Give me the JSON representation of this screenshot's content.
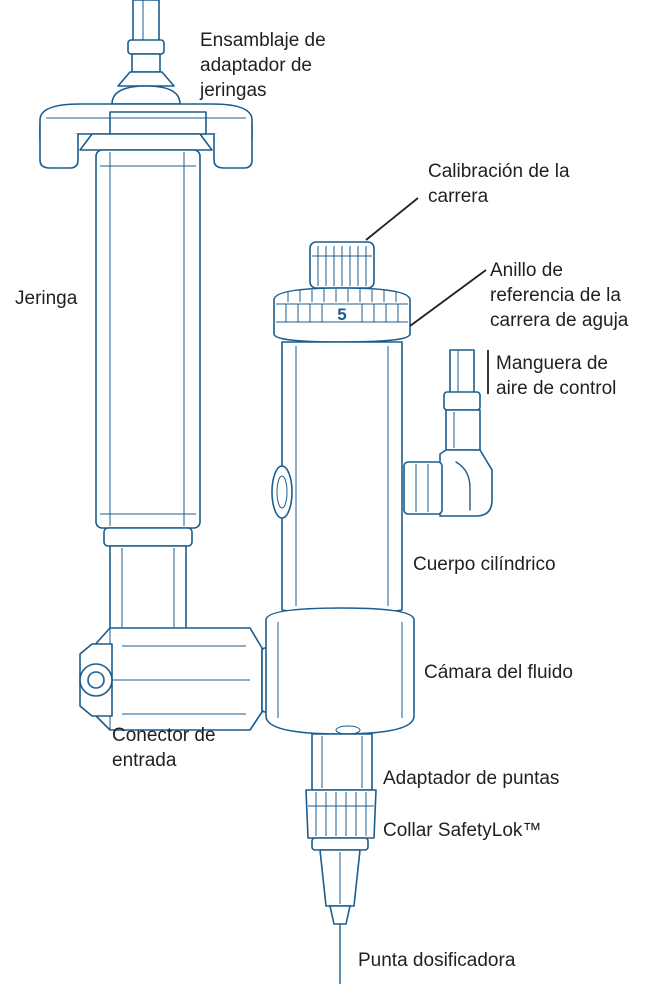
{
  "colors": {
    "line": "#1b5d8e",
    "text": "#231f20",
    "background": "#ffffff"
  },
  "labels": {
    "syringe_adapter": "Ensamblaje de\nadaptador de\njeringas",
    "stroke_calibration": "Calibración de la\ncarrera",
    "stroke_ring": "Anillo de\nreferencia de la\ncarrera de aguja",
    "air_hose": "Manguera de\naire de control",
    "syringe": "Jeringa",
    "cylinder_body": "Cuerpo cilíndrico",
    "fluid_chamber": "Cámara del fluido",
    "inlet_connector": "Conector de\nentrada",
    "tip_adapter": "Adaptador de puntas",
    "safetylok_collar": "Collar SafetyLok™",
    "dispensing_tip": "Punta dosificadora"
  },
  "ring_digit": "5"
}
